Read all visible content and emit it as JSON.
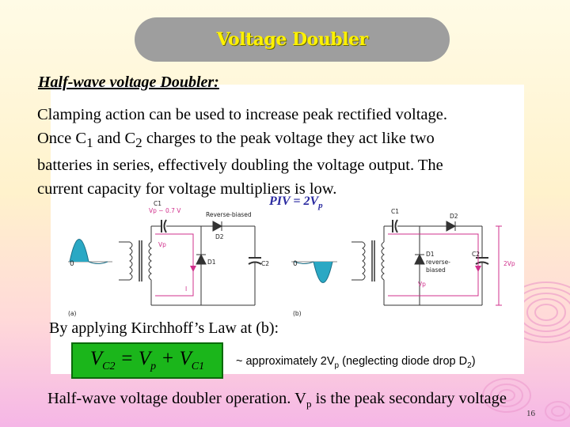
{
  "slide": {
    "title": "Voltage Doubler",
    "subtitle": "Half-wave voltage Doubler:",
    "paragraph": {
      "line1": "Clamping action can be used to increase peak rectified voltage.",
      "line2_a": "Once C",
      "line2_sub1": "1",
      "line2_b": " and C",
      "line2_sub2": "2",
      "line2_c": " charges to the peak voltage they act like two",
      "line3": "batteries in series, effectively doubling the voltage output. The",
      "line4": "current capacity for voltage multipliers is low."
    },
    "piv": {
      "main": "PIV = 2V",
      "sub": "p"
    },
    "circuit": {
      "label_a": "(a)",
      "label_b": "(b)",
      "c1": "C1",
      "c2": "C2",
      "d1": "D1",
      "d2": "D2",
      "vp_minus": "Vp − 0.7 V",
      "reverse_biased": "Reverse-biased",
      "reverse_biased_b1": "reverse-",
      "reverse_biased_b2": "biased",
      "vp": "Vp",
      "zero_a": "0",
      "zero_b": "0",
      "two_vp": "2Vp",
      "i": "I"
    },
    "kirchhoff": "By applying Kirchhoff’s Law at (b):",
    "formula": {
      "v1": "V",
      "sub1": "C2",
      "eq": " = V",
      "sub2": "p",
      "plus": " + V",
      "sub3": "C1"
    },
    "approx": {
      "a": "~ approximately 2V",
      "sub1": "p",
      "b": " (neglecting diode drop D",
      "sub2": "2",
      "c": ")"
    },
    "footer": {
      "a": "Half-wave voltage doubler operation. V",
      "sub": "p",
      "b": " is the peak secondary voltage"
    },
    "page_number": "16"
  }
}
